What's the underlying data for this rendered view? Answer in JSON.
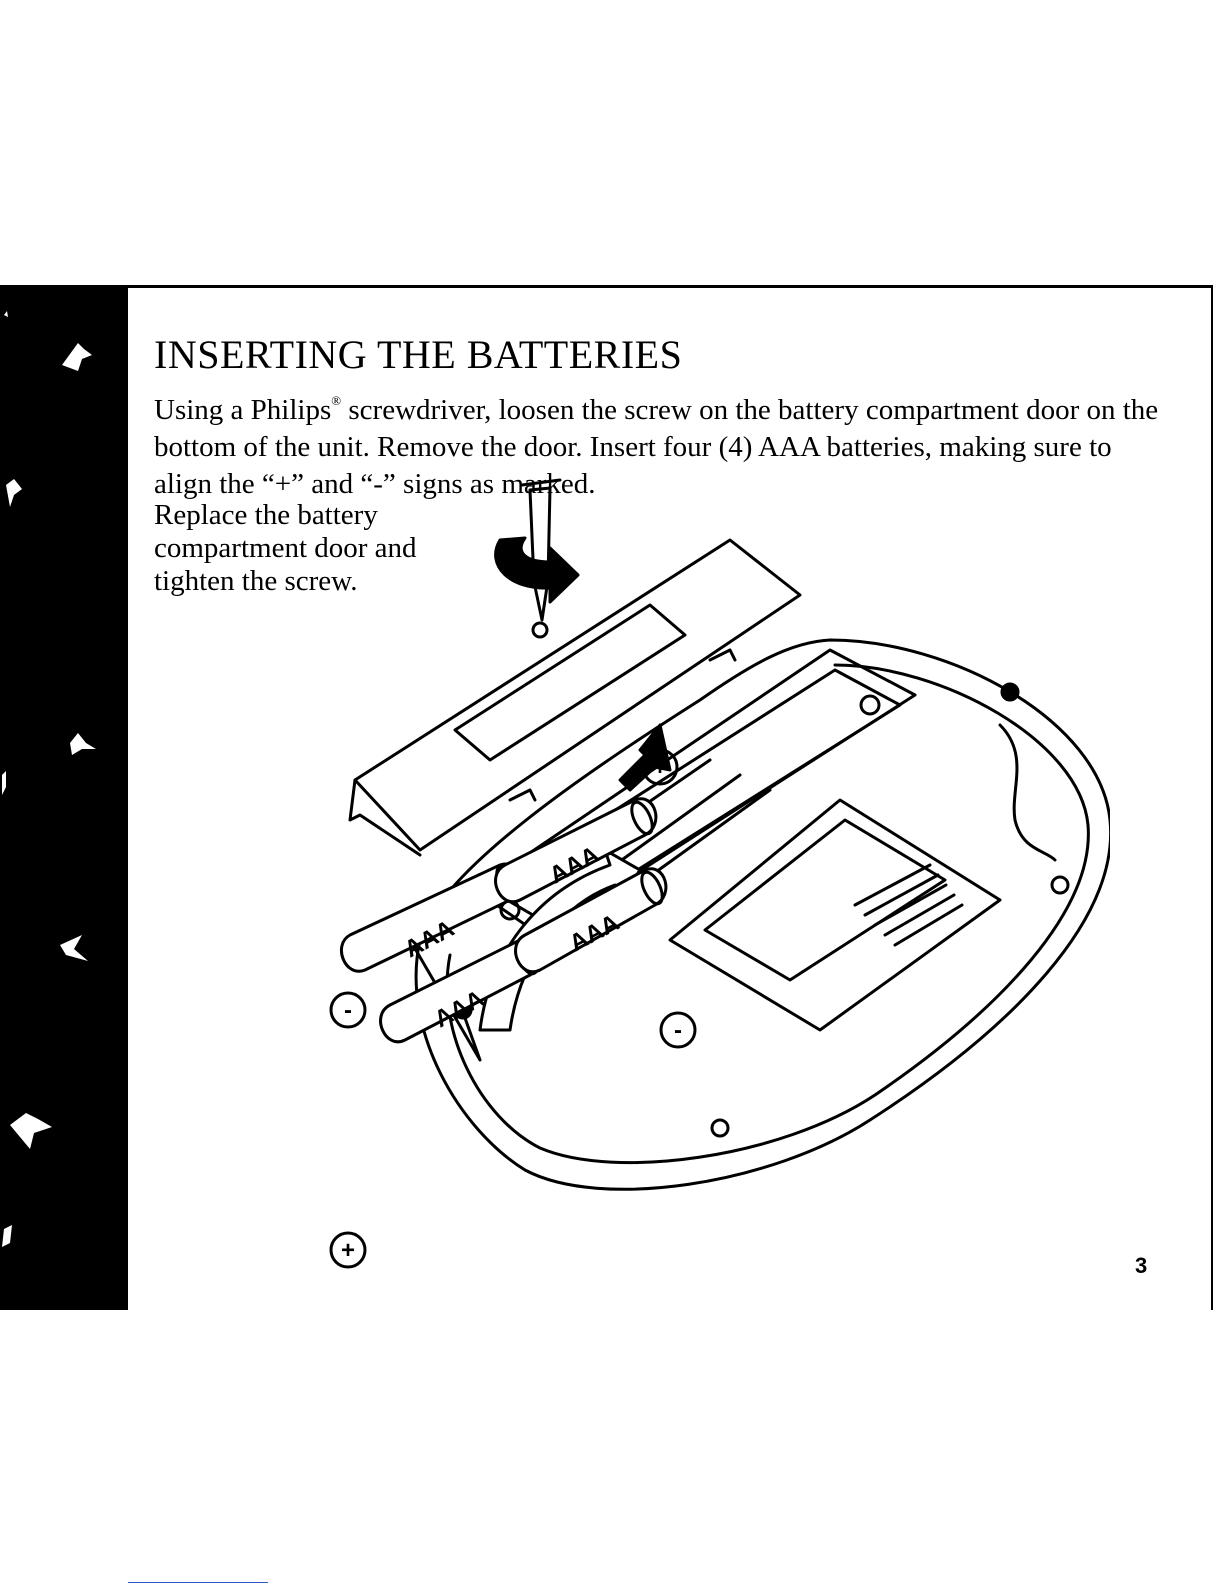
{
  "section": {
    "title": "INSERTING THE BATTERIES",
    "intro_part1": "Using a Philips",
    "registered_mark": "®",
    "intro_part2": " screwdriver, loosen the screw on the battery compartment door on the bottom of the unit. Remove the door. Insert four (4) AAA batteries, making sure to align the “+” and “-” signs as marked.",
    "side_note": "Replace the battery compartment door and tighten the screw."
  },
  "illustration": {
    "battery_labels": [
      "AAA",
      "AAA",
      "AAA",
      "AAA"
    ],
    "polarity_symbols": [
      "+",
      "-",
      "-",
      "+"
    ]
  },
  "footer": {
    "page_number": "3"
  },
  "colors": {
    "ink": "#000000",
    "paper": "#ffffff"
  }
}
